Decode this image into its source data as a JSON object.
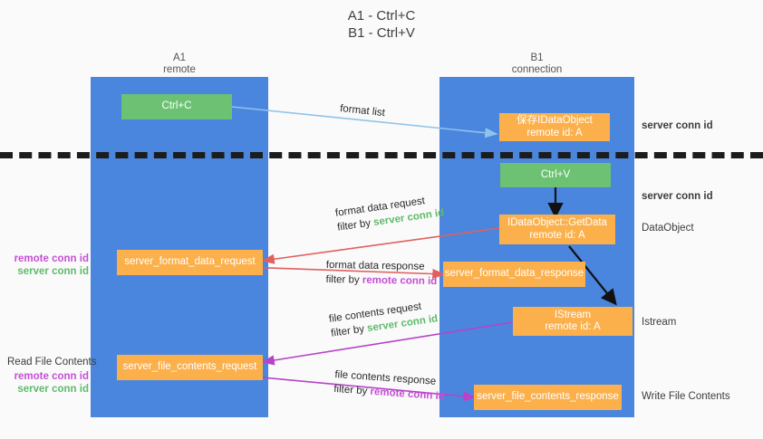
{
  "title": "A1 - Ctrl+C\nB1 - Ctrl+V",
  "columns": {
    "left": {
      "name": "A1",
      "sub": "remote"
    },
    "right": {
      "name": "B1",
      "sub": "connection"
    }
  },
  "colors": {
    "lane": "#4a86de",
    "green_node": "#6cc173",
    "orange_node": "#fbb04c",
    "background": "#fafafa",
    "server_conn": "#5fbb6a",
    "remote_conn": "#c44fd4",
    "arrow_blue": "#8fc3ea",
    "arrow_red": "#e0605f",
    "arrow_purple": "#b743c9",
    "arrow_black": "#111111",
    "dashed": "#1c1c1c"
  },
  "nodes": {
    "ctrl_c": {
      "line1": "Ctrl+C"
    },
    "ctrl_v": {
      "line1": "Ctrl+V"
    },
    "save_dataobject": {
      "line1": "保存IDataObject",
      "line2": "remote id: A"
    },
    "getdata": {
      "line1": "IDataObject::GetData",
      "line2": "remote id: A"
    },
    "istream": {
      "line1": "IStream",
      "line2": "remote id: A"
    },
    "format_data_request": {
      "line1": "server_format_data_request"
    },
    "format_data_response": {
      "line1": "server_format_data_response"
    },
    "file_contents_request": {
      "line1": "server_file_contents_request"
    },
    "file_contents_response": {
      "line1": "server_file_contents_response"
    }
  },
  "right_labels": {
    "server_conn_top": "server conn id",
    "server_conn_mid": "server conn id",
    "dataobject": "DataObject",
    "istream": "Istream",
    "write_file_contents": "Write File Contents"
  },
  "left_labels": {
    "format_block": {
      "remote": "remote conn id",
      "server": "server conn id"
    },
    "read_file_contents": "Read File Contents",
    "file_block": {
      "remote": "remote conn id",
      "server": "server conn id"
    }
  },
  "edges": {
    "format_list": "format list",
    "format_data_request": {
      "main": "format data request",
      "filter_prefix": "filter by ",
      "filter_value": "server conn id"
    },
    "format_data_response": {
      "main": "format data response",
      "filter_prefix": "filter by ",
      "filter_value": "remote conn id"
    },
    "file_contents_request": {
      "main": "file contents request",
      "filter_prefix": "filter by ",
      "filter_value": "server conn id"
    },
    "file_contents_response": {
      "main": "file contents response",
      "filter_prefix": "filter by ",
      "filter_value": "remote conn id"
    }
  }
}
